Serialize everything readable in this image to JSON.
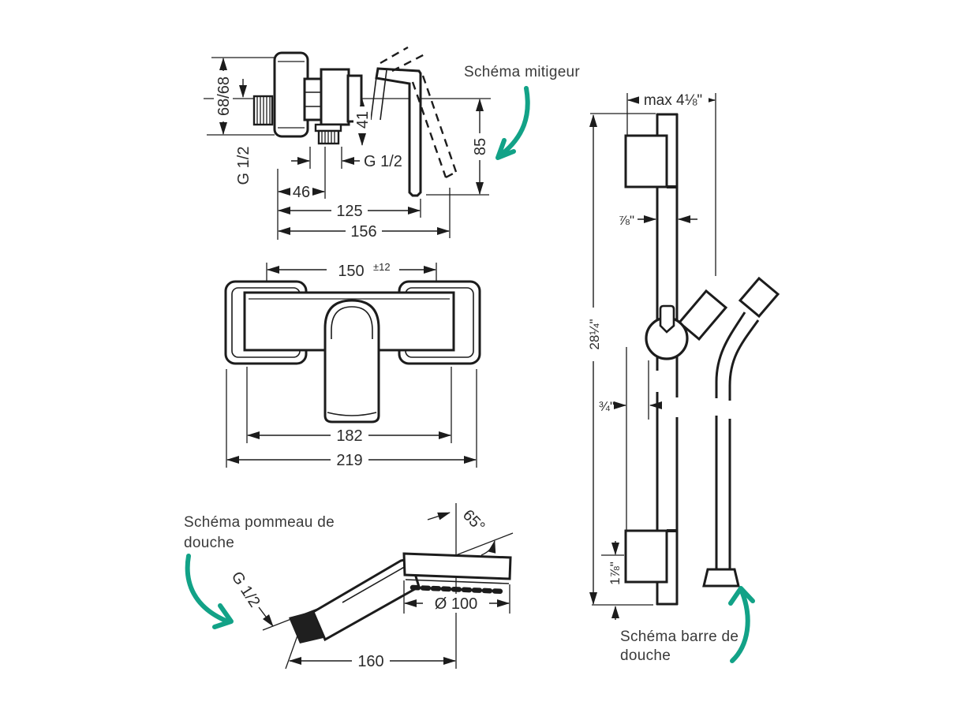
{
  "annotations": {
    "mitigeur_label": "Schéma mitigeur",
    "pommeau_label_line1": "Schéma pommeau de",
    "pommeau_label_line2": "douche",
    "barre_label_line1": "Schéma barre de",
    "barre_label_line2": "douche"
  },
  "mixer_side_view": {
    "dims": {
      "wall_spacing": "68/68",
      "inlet_thread": "G 1/2",
      "outlet_height": "41",
      "outlet_thread": "G 1/2",
      "depth_to_outlet": "46",
      "depth_body": "125",
      "depth_total": "156",
      "height_below": "85"
    }
  },
  "mixer_front_view": {
    "dims": {
      "centers": "150",
      "centers_tolerance": "±12",
      "body_width": "182",
      "total_width": "219"
    }
  },
  "hand_shower": {
    "dims": {
      "inlet_thread": "G 1/2",
      "spray_angle": "65°",
      "head_diameter": "Ø 100",
      "length": "160"
    }
  },
  "shower_bar": {
    "dims": {
      "max_offset": "max 4⅛\"",
      "bar_width": "⅞\"",
      "bar_length": "28¼\"",
      "slider_depth": "¾\"",
      "bottom_offset": "1⅞\""
    }
  },
  "colors": {
    "line": "#1c1c1c",
    "text": "#333333",
    "accent_green": "#12a287",
    "background": "#ffffff"
  }
}
